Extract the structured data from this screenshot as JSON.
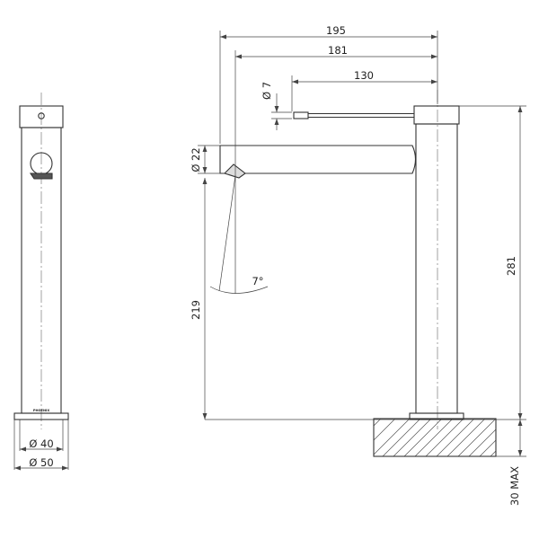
{
  "drawing": {
    "brand_label": "PHOENIX",
    "angle_label": "7°",
    "dimensions": {
      "width_195": "195",
      "width_181": "181",
      "width_130": "130",
      "diameter_7": "Ø 7",
      "diameter_22": "Ø 22",
      "height_219": "219",
      "height_281": "281",
      "mount_30max": "30 MAX",
      "diameter_40": "Ø 40",
      "diameter_50": "Ø 50"
    }
  }
}
